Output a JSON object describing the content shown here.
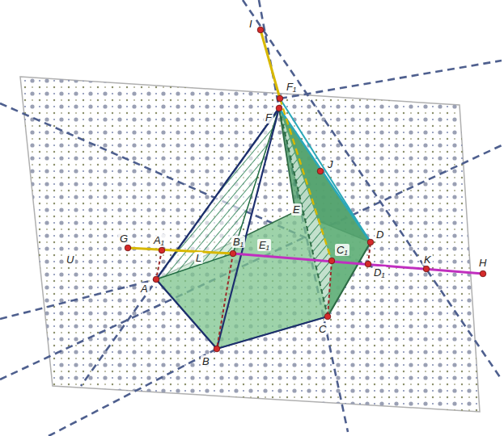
{
  "diagram": {
    "labels": [
      "I",
      "F₁",
      "F",
      "J",
      "E",
      "G",
      "A₁",
      "L",
      "B₁",
      "E₁",
      "D",
      "C₁",
      "D₁",
      "K",
      "H",
      "U",
      "A",
      "B",
      "C"
    ]
  }
}
